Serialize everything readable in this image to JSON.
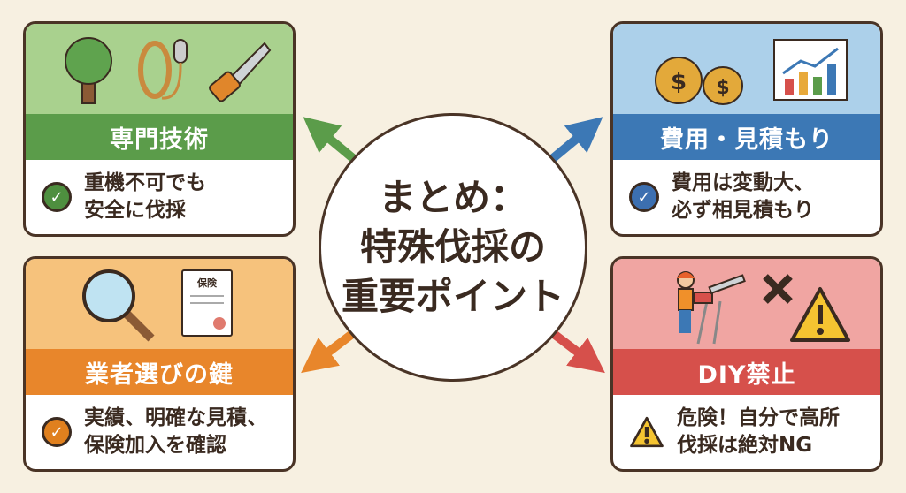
{
  "center": {
    "lines": [
      "まとめ：",
      "特殊伐採の",
      "重要ポイント"
    ]
  },
  "cards": [
    {
      "title": "専門技術",
      "text": "重機不可でも\n安全に伐採",
      "icons": [
        "tree-icon",
        "rope-icon",
        "saw-icon"
      ],
      "status_icon": "check-icon",
      "color": "#5b9c4a"
    },
    {
      "title": "費用・見積もり",
      "text": "費用は変動大、\n必ず相見積もり",
      "icons": [
        "money-bag-icon",
        "bar-chart-icon"
      ],
      "status_icon": "check-icon",
      "color": "#3c78b5"
    },
    {
      "title": "業者選びの鍵",
      "text": "実績、明確な見積、\n保険加入を確認",
      "icons": [
        "magnifier-icon",
        "insurance-document-icon"
      ],
      "doc_label": "保険",
      "status_icon": "check-icon",
      "color": "#e8862b"
    },
    {
      "title": "DIY禁止",
      "text": "危険！自分で高所\n伐採は絶対NG",
      "icons": [
        "worker-chainsaw-icon",
        "cross-icon",
        "warning-icon"
      ],
      "status_icon": "warning-icon",
      "color": "#d6504b"
    }
  ]
}
